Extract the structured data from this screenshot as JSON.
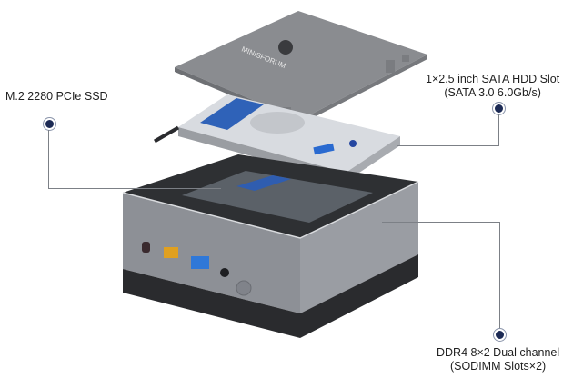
{
  "product": {
    "brand_on_lid": "MINISFORUM"
  },
  "callouts": [
    {
      "id": "ssd",
      "line1": "M.2 2280 PCIe SSD",
      "line2": ""
    },
    {
      "id": "hdd",
      "line1": "1×2.5 inch SATA HDD Slot",
      "line2": "(SATA 3.0 6.0Gb/s)"
    },
    {
      "id": "ram",
      "line1": "DDR4 8×2 Dual channel",
      "line2": "(SODIMM Slots×2)"
    }
  ],
  "colors": {
    "callout_dot": "#1d2b55",
    "callout_line": "#7c8086",
    "chassis": "#8d9096",
    "lid": "#8a8c90",
    "vent": "#2a2b2e",
    "usb_c_port": "#3a2a2e",
    "usb_yellow": "#e0a020",
    "usb_blue": "#2f78d8"
  }
}
